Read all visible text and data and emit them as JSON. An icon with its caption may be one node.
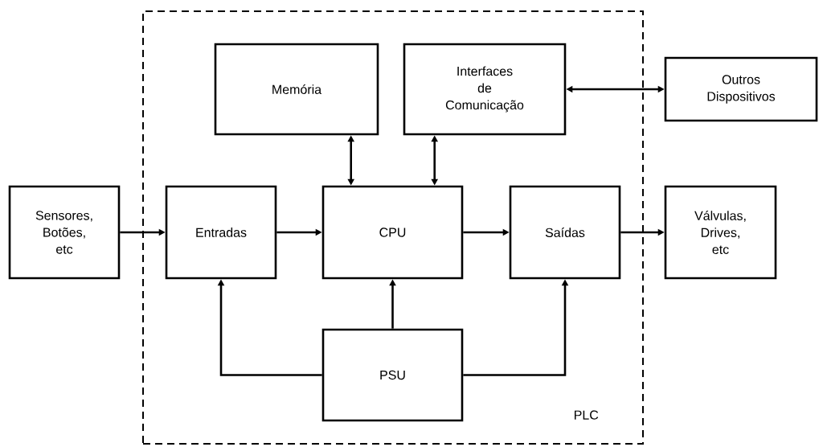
{
  "diagram": {
    "nodes": [
      {
        "text": [
          "PLC"
        ]
      },
      {
        "text": [
          "Memória"
        ],
        "in": 0
      },
      {
        "text": [
          "Interfaces de Comunicação"
        ],
        "in": 0
      },
      {
        "text": [
          "Outros Dispositivos"
        ]
      },
      {
        "text": [
          "Sensores, Botões, etc"
        ]
      },
      {
        "text": [
          "Entradas"
        ],
        "in": 0
      },
      {
        "text": [
          "CPU"
        ],
        "in": 0
      },
      {
        "text": [
          "Saídas"
        ],
        "in": 0
      },
      {
        "text": [
          "Válvulas, Drives, etc"
        ]
      },
      {
        "text": [
          "PSU"
        ],
        "in": 0
      }
    ],
    "edges": [
      {
        "from": 4,
        "to": 5,
        "arrow": "to"
      },
      {
        "from": 5,
        "to": 6,
        "arrow": "to"
      },
      {
        "from": 6,
        "to": 7,
        "arrow": "to"
      },
      {
        "from": 7,
        "to": 8,
        "arrow": "to"
      },
      {
        "from": 1,
        "to": 6,
        "arrow": "both"
      },
      {
        "from": 2,
        "to": 6,
        "arrow": "both"
      },
      {
        "from": 2,
        "to": 3,
        "arrow": "both"
      },
      {
        "from": 9,
        "to": 6,
        "arrow": "to"
      },
      {
        "from": 9,
        "to": 5,
        "arrow": "to"
      },
      {
        "from": 9,
        "to": 7,
        "arrow": "to"
      }
    ]
  }
}
